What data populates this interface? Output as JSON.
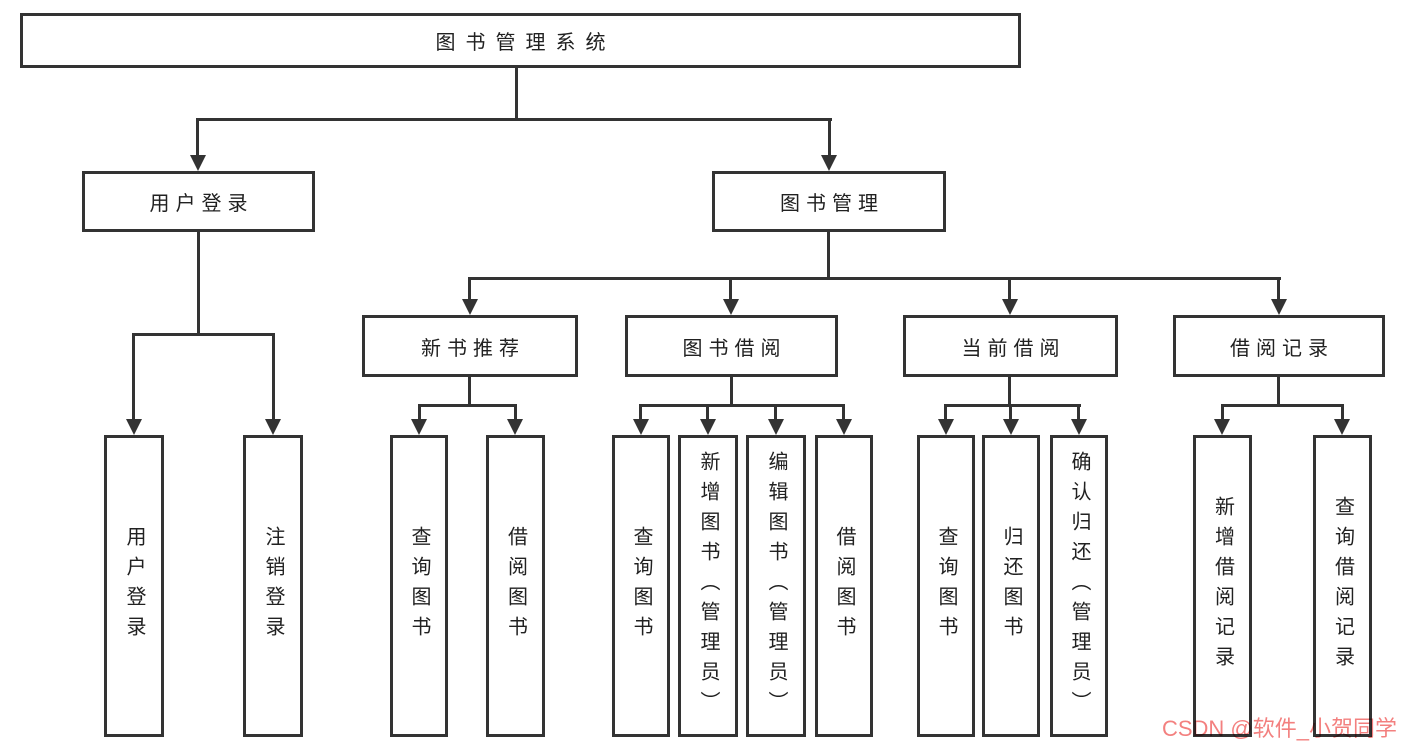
{
  "tree": {
    "root": {
      "label": "图书管理系统",
      "children": [
        {
          "label": "用户登录",
          "children": [
            {
              "label": "用户登录"
            },
            {
              "label": "注销登录"
            }
          ]
        },
        {
          "label": "图书管理",
          "children": [
            {
              "label": "新书推荐",
              "children": [
                {
                  "label": "查询图书"
                },
                {
                  "label": "借阅图书"
                }
              ]
            },
            {
              "label": "图书借阅",
              "children": [
                {
                  "label": "查询图书"
                },
                {
                  "label": "新增图书（管理员）"
                },
                {
                  "label": "编辑图书（管理员）"
                },
                {
                  "label": "借阅图书"
                }
              ]
            },
            {
              "label": "当前借阅",
              "children": [
                {
                  "label": "查询图书"
                },
                {
                  "label": "归还图书"
                },
                {
                  "label": "确认归还（管理员）"
                }
              ]
            },
            {
              "label": "借阅记录",
              "children": [
                {
                  "label": "新增借阅记录"
                },
                {
                  "label": "查询借阅记录"
                }
              ]
            }
          ]
        }
      ]
    }
  },
  "watermark": {
    "text": "CSDN @软件_小贺同学",
    "color": "#f3807f"
  },
  "colors": {
    "background": "#ffffff",
    "line": "#333333",
    "text": "#212121"
  }
}
